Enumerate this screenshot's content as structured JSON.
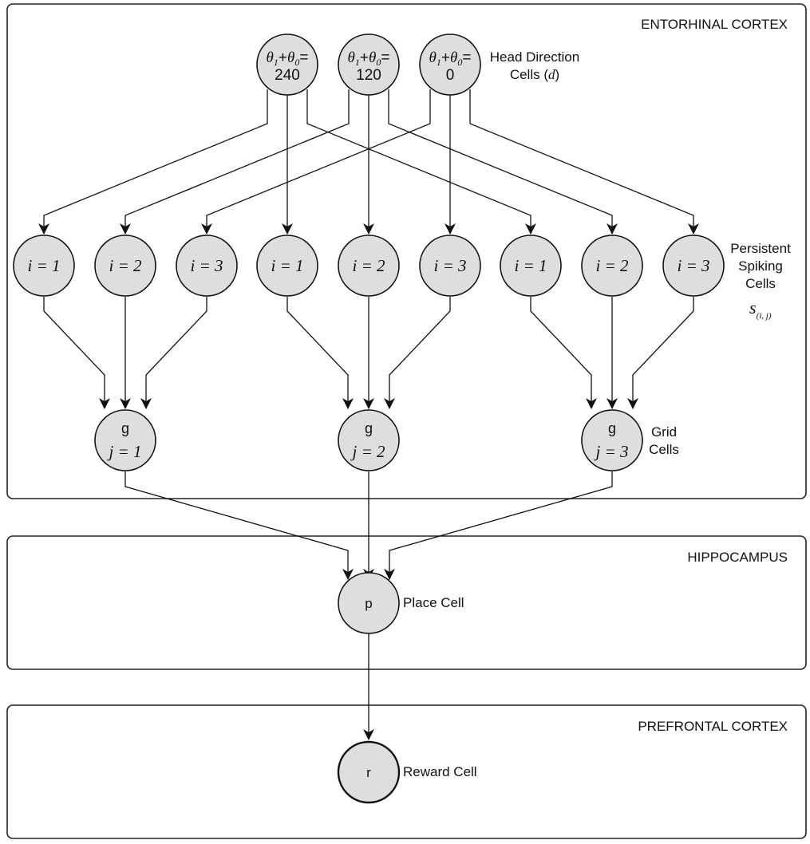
{
  "regions": {
    "entorhinal": "ENTORHINAL CORTEX",
    "hippocampus": "HIPPOCAMPUS",
    "prefrontal": "PREFRONTAL CORTEX"
  },
  "head_direction": {
    "theta1": "θ",
    "sub1": "1",
    "plus": "+",
    "theta0": "θ",
    "sub0": "0",
    "equals": "=",
    "cells": [
      {
        "value": "240"
      },
      {
        "value": "120"
      },
      {
        "value": "0"
      }
    ],
    "label_line1": "Head Direction",
    "label_line2": "Cells (",
    "label_var": "d",
    "label_close": ")"
  },
  "persistent": {
    "cells": [
      {
        "label": "i = 1"
      },
      {
        "label": "i = 2"
      },
      {
        "label": "i = 3"
      },
      {
        "label": "i = 1"
      },
      {
        "label": "i = 2"
      },
      {
        "label": "i = 3"
      },
      {
        "label": "i = 1"
      },
      {
        "label": "i = 2"
      },
      {
        "label": "i = 3"
      }
    ],
    "label_line1": "Persistent",
    "label_line2": "Spiking",
    "label_line3": "Cells",
    "symbol": "s",
    "symbol_sub": "(i, j)"
  },
  "grid": {
    "cells": [
      {
        "letter": "g",
        "index": "j = 1"
      },
      {
        "letter": "g",
        "index": "j = 2"
      },
      {
        "letter": "g",
        "index": "j = 3"
      }
    ],
    "label_line1": "Grid",
    "label_line2": "Cells"
  },
  "place": {
    "letter": "p",
    "label": "Place Cell"
  },
  "reward": {
    "letter": "r",
    "label": "Reward Cell"
  }
}
